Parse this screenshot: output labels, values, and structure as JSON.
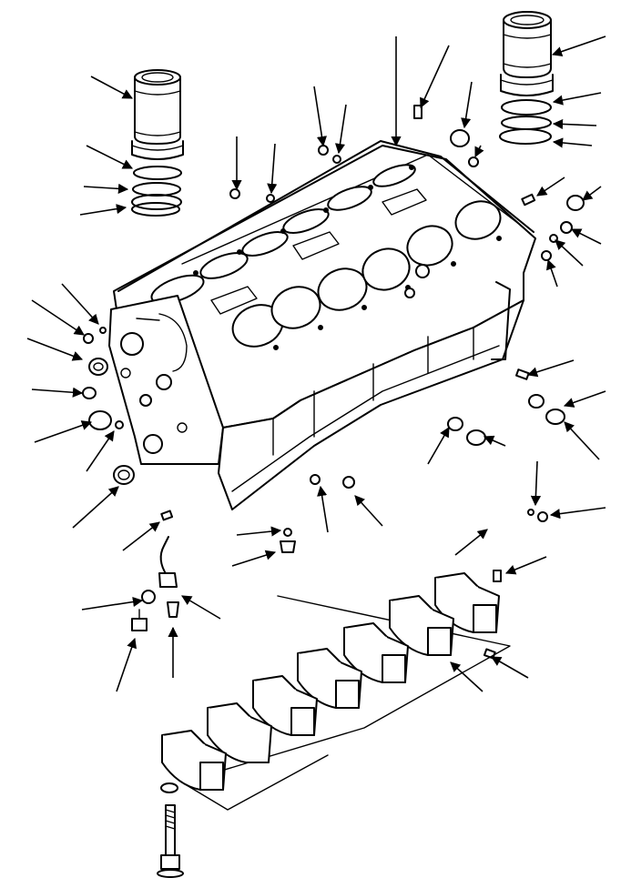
{
  "diagram": {
    "kind": "exploded-parts-view",
    "subject": "engine-cylinder-block",
    "callout_arrows": 48,
    "label_text": ""
  },
  "parts": [
    {
      "name": "cylinder-liner",
      "count": 2
    },
    {
      "name": "liner-o-ring",
      "count": 6
    },
    {
      "name": "cylinder-block",
      "count": 1
    },
    {
      "name": "main-bearing-cap",
      "count": 7
    },
    {
      "name": "main-cap-bolt",
      "count": 1
    },
    {
      "name": "washer",
      "count": 2
    },
    {
      "name": "expansion-plug",
      "count": 6
    },
    {
      "name": "dowel-pin",
      "count": 6
    },
    {
      "name": "drain-plug",
      "count": 3
    },
    {
      "name": "dipstick-guide-tube",
      "count": 1
    }
  ],
  "colors": {
    "line": "#000000",
    "background": "#ffffff"
  }
}
